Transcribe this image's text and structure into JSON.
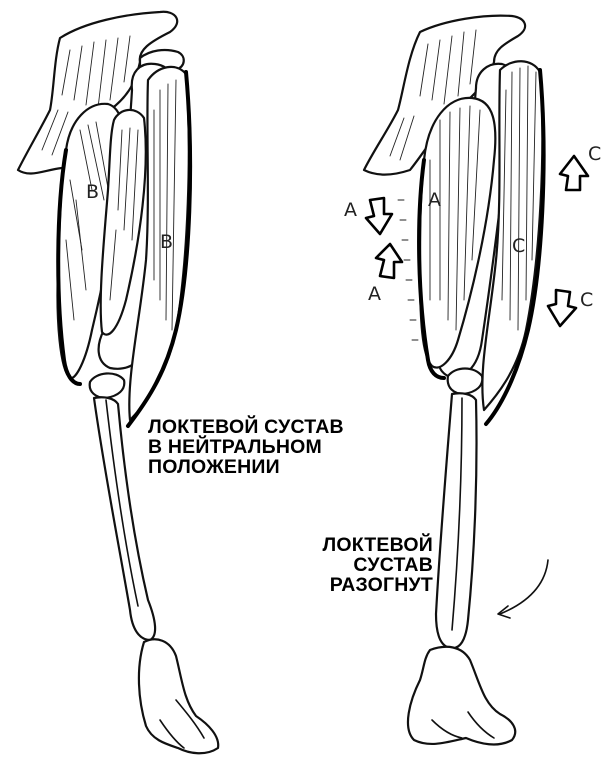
{
  "captions": {
    "neutral": [
      "ЛОКТЕВОЙ СУСТАВ",
      "В НЕЙТРАЛЬНОМ",
      "ПОЛОЖЕНИИ"
    ],
    "extended": [
      "ЛОКТЕВОЙ",
      "СУСТАВ",
      "РАЗОГНУТ"
    ]
  },
  "labels": {
    "left_muscle_1": "B",
    "left_muscle_2": "B",
    "right_muscle_a": "A",
    "right_muscle_c": "C",
    "arrow_a_top": "A",
    "arrow_a_bottom": "A",
    "arrow_c_top": "C",
    "arrow_c_bottom": "C"
  }
}
